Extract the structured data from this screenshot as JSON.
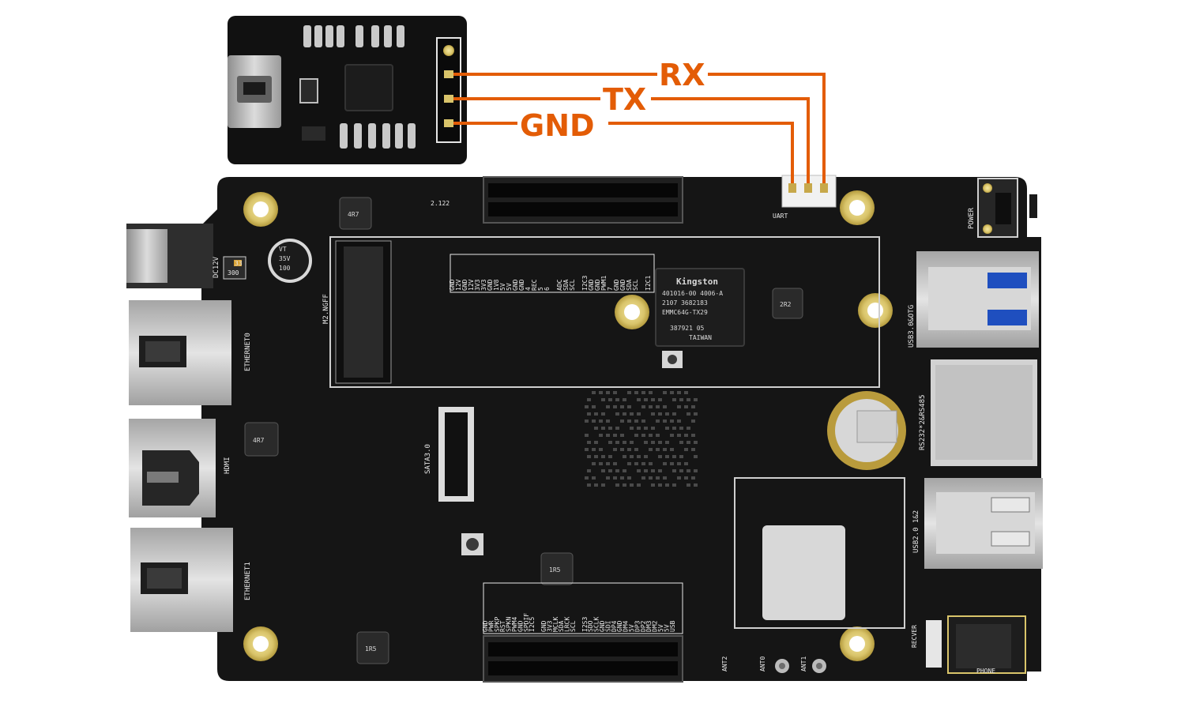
{
  "wire_labels": {
    "rx": "RX",
    "tx": "TX",
    "gnd": "GND"
  },
  "wire_color": "#e35c06",
  "board_color": "#141414",
  "board_silkscreen": {
    "dc_jack": "DC12V",
    "ethernet0": "ETHERNET0",
    "ethernet1": "ETHERNET1",
    "hdmi": "HDMI",
    "m2": "M2.NGFF",
    "sata": "SATA3.0",
    "usb3": "USB3.0&OTG",
    "rs232": "RS232*2&RS485",
    "usb2": "USB2.0 1&2",
    "power": "POWER",
    "recver": "RECVER",
    "phone": "PHONE",
    "ant0": "ANT0",
    "ant1": "ANT1",
    "ant2": "ANT2",
    "uart": "UART",
    "cap_top": "100",
    "cap_mid": "35V",
    "cap_bot": "VT",
    "cap_small_top": "33",
    "cap_small_bot": "300",
    "inductor_4r7": "4R7",
    "inductor_2r2": "2R2",
    "inductor_1r5": "1R5",
    "board_mark": "2.122"
  },
  "emmc_chip": {
    "brand": "Kingston",
    "line1": "401016-00 4006-A",
    "line2": "2107   3682183",
    "line3": "EMMC64G-TX29",
    "line4": "387921  05",
    "line5": "TAIWAN"
  },
  "pin_table_top": [
    [
      "GND",
      "12V"
    ],
    [
      "GND",
      "12V"
    ],
    [
      "3V3",
      "3V3"
    ],
    [
      "GND",
      "1V8"
    ],
    [
      "5V",
      "5V"
    ],
    [
      "GND",
      "GND"
    ],
    [
      "4",
      "REC"
    ],
    [
      "5",
      "6"
    ],
    [
      "",
      "ADC"
    ],
    [
      "SDA",
      "SCL"
    ],
    [
      "",
      "I2C3"
    ],
    [
      "GND",
      "GND"
    ],
    [
      "PWM1",
      "7"
    ],
    [
      "GND",
      "GND"
    ],
    [
      "SDA",
      "SCL"
    ],
    [
      "",
      "I2C1"
    ]
  ],
  "pin_table_bottom": [
    [
      "GND",
      "PWR"
    ],
    [
      "SPKP",
      "RST"
    ],
    [
      "SPKN",
      "PWM4"
    ],
    [
      "GND",
      "SPDIF"
    ],
    [
      "I2C5",
      ""
    ],
    [
      "GND",
      "3V3"
    ],
    [
      "MCLK",
      "SDA"
    ],
    [
      "LRCK",
      "SCL"
    ],
    [
      "",
      "I2S3"
    ],
    [
      "SDO",
      "SCLK"
    ],
    [
      "GND",
      "SDI"
    ],
    [
      "DP4",
      "GND"
    ],
    [
      "DM4",
      "5V"
    ],
    [
      "DP3",
      "DP2"
    ],
    [
      "DM3",
      "DM2"
    ],
    [
      "5V",
      "5V"
    ],
    [
      "USB",
      ""
    ]
  ]
}
